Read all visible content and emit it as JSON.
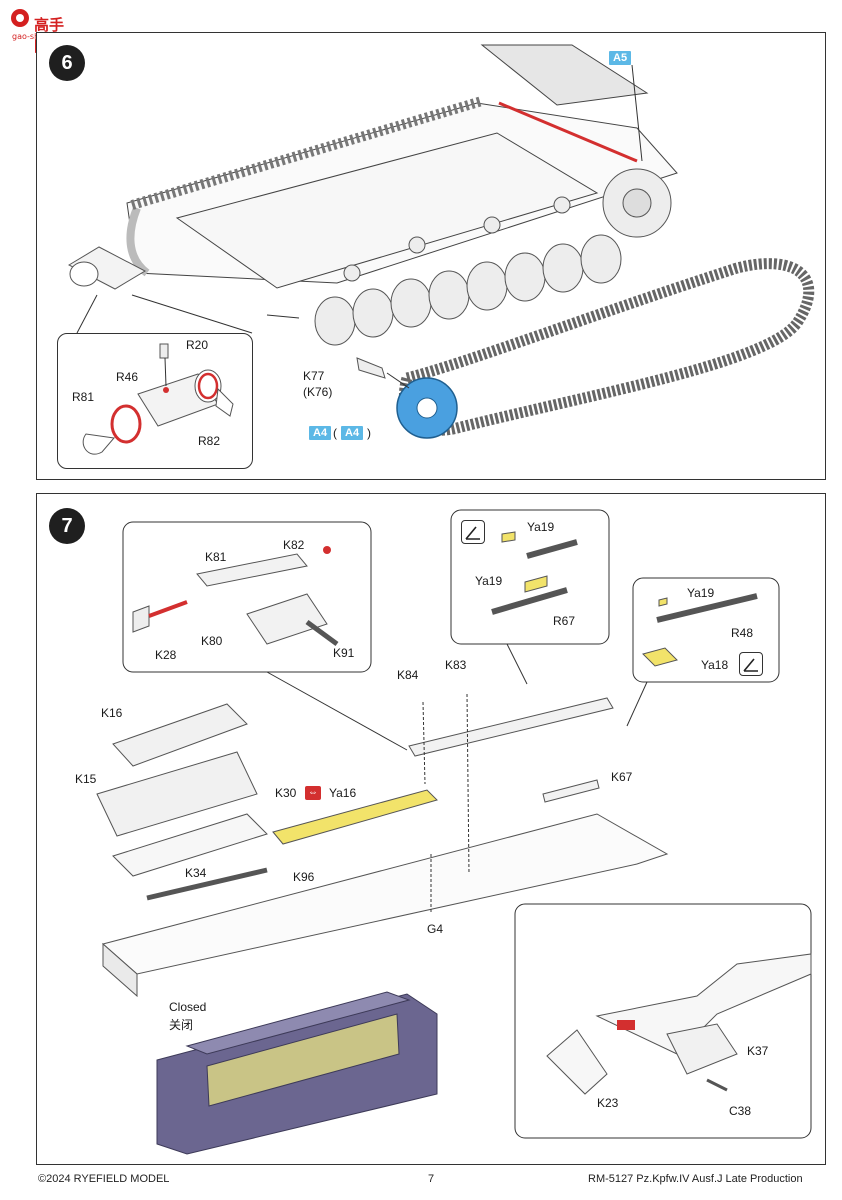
{
  "watermark": {
    "text": "高手网",
    "url": "gao-shou.com"
  },
  "step6": {
    "number": "6",
    "badge_top": "A5",
    "labels": [
      "R20",
      "R46",
      "R81",
      "R82",
      "K77",
      "(K76)"
    ],
    "badge_bottom_a": "A4",
    "badge_bottom_b": "A4"
  },
  "step7": {
    "number": "7",
    "labels": {
      "k82": "K82",
      "k81": "K81",
      "k80": "K80",
      "k28": "K28",
      "k91": "K91",
      "ya19a": "Ya19",
      "ya19b": "Ya19",
      "r67": "R67",
      "ya19c": "Ya19",
      "r48": "R48",
      "ya18": "Ya18",
      "k84": "K84",
      "k83": "K83",
      "k16": "K16",
      "k15": "K15",
      "k30": "K30",
      "ya16": "Ya16",
      "k67": "K67",
      "k34": "K34",
      "k96": "K96",
      "g4": "G4",
      "k37": "K37",
      "k23": "K23",
      "c38": "C38"
    },
    "closed_en": "Closed",
    "closed_cn": "关闭"
  },
  "footer": {
    "left": "©2024 RYEFIELD MODEL",
    "page": "7",
    "right": "RM-5127 Pz.Kpfw.IV Ausf.J Late Production"
  },
  "colors": {
    "badge": "#5cb8e6",
    "highlight_red": "#d32f2f",
    "photo_etch": "#f2e36a",
    "blue_part": "#4aa0e0",
    "closed_render": "#6b6690"
  }
}
